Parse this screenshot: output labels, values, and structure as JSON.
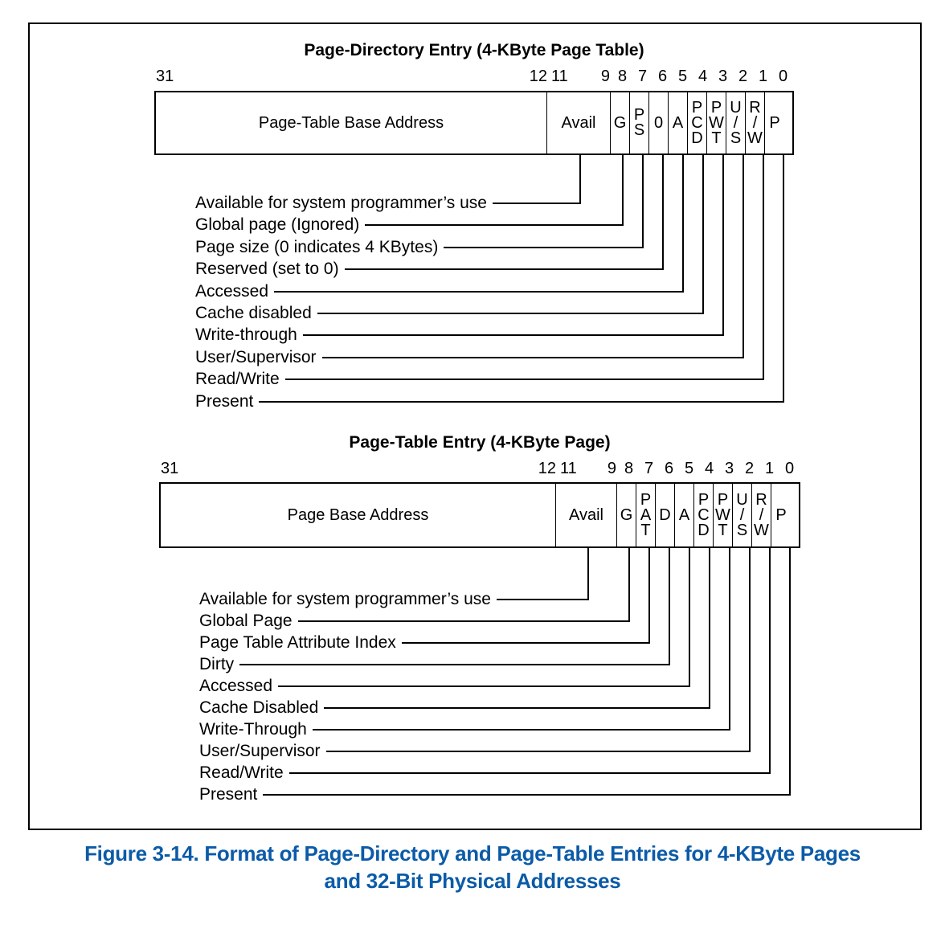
{
  "figure": {
    "caption_line1": "Figure 3-14.  Format of Page-Directory and Page-Table Entries for 4-KByte Pages",
    "caption_line2": "and 32-Bit Physical Addresses",
    "caption_color": "#0b5ba8"
  },
  "diagrams": [
    {
      "title": "Page-Directory Entry (4-KByte Page Table)",
      "bit_numbers": [
        "31",
        "12",
        "11",
        "9",
        "8",
        "7",
        "6",
        "5",
        "4",
        "3",
        "2",
        "1",
        "0"
      ],
      "cells": [
        {
          "name": "page-table-base-address",
          "lines": [
            "Page-Table Base Address"
          ]
        },
        {
          "name": "avail",
          "lines": [
            "Avail"
          ]
        },
        {
          "name": "global",
          "lines": [
            "G"
          ]
        },
        {
          "name": "page-size",
          "lines": [
            "P",
            "S"
          ]
        },
        {
          "name": "reserved",
          "lines": [
            "0"
          ]
        },
        {
          "name": "accessed",
          "lines": [
            "A"
          ]
        },
        {
          "name": "cache-disabled",
          "lines": [
            "P",
            "C",
            "D"
          ]
        },
        {
          "name": "write-through",
          "lines": [
            "P",
            "W",
            "T"
          ]
        },
        {
          "name": "user-supervisor",
          "lines": [
            "U",
            "/",
            "S"
          ]
        },
        {
          "name": "read-write",
          "lines": [
            "R",
            "/",
            "W"
          ]
        },
        {
          "name": "present",
          "lines": [
            "P"
          ]
        }
      ],
      "callouts": [
        "Available for system programmer’s use",
        "Global page (Ignored)",
        "Page size (0 indicates 4 KBytes)",
        "Reserved (set to 0)",
        "Accessed",
        "Cache disabled",
        "Write-through",
        "User/Supervisor",
        "Read/Write",
        "Present"
      ]
    },
    {
      "title": "Page-Table Entry (4-KByte Page)",
      "bit_numbers": [
        "31",
        "12",
        "11",
        "9",
        "8",
        "7",
        "6",
        "5",
        "4",
        "3",
        "2",
        "1",
        "0"
      ],
      "cells": [
        {
          "name": "page-base-address",
          "lines": [
            "Page Base Address"
          ]
        },
        {
          "name": "avail",
          "lines": [
            "Avail"
          ]
        },
        {
          "name": "global",
          "lines": [
            "G"
          ]
        },
        {
          "name": "pat",
          "lines": [
            "P",
            "A",
            "T"
          ]
        },
        {
          "name": "dirty",
          "lines": [
            "D"
          ]
        },
        {
          "name": "accessed",
          "lines": [
            "A"
          ]
        },
        {
          "name": "cache-disabled",
          "lines": [
            "P",
            "C",
            "D"
          ]
        },
        {
          "name": "write-through",
          "lines": [
            "P",
            "W",
            "T"
          ]
        },
        {
          "name": "user-supervisor",
          "lines": [
            "U",
            "/",
            "S"
          ]
        },
        {
          "name": "read-write",
          "lines": [
            "R",
            "/",
            "W"
          ]
        },
        {
          "name": "present",
          "lines": [
            "P"
          ]
        }
      ],
      "callouts": [
        "Available for system programmer’s use",
        "Global Page",
        "Page Table Attribute Index",
        "Dirty",
        "Accessed",
        "Cache Disabled",
        "Write-Through",
        "User/Supervisor",
        "Read/Write",
        "Present"
      ]
    }
  ]
}
